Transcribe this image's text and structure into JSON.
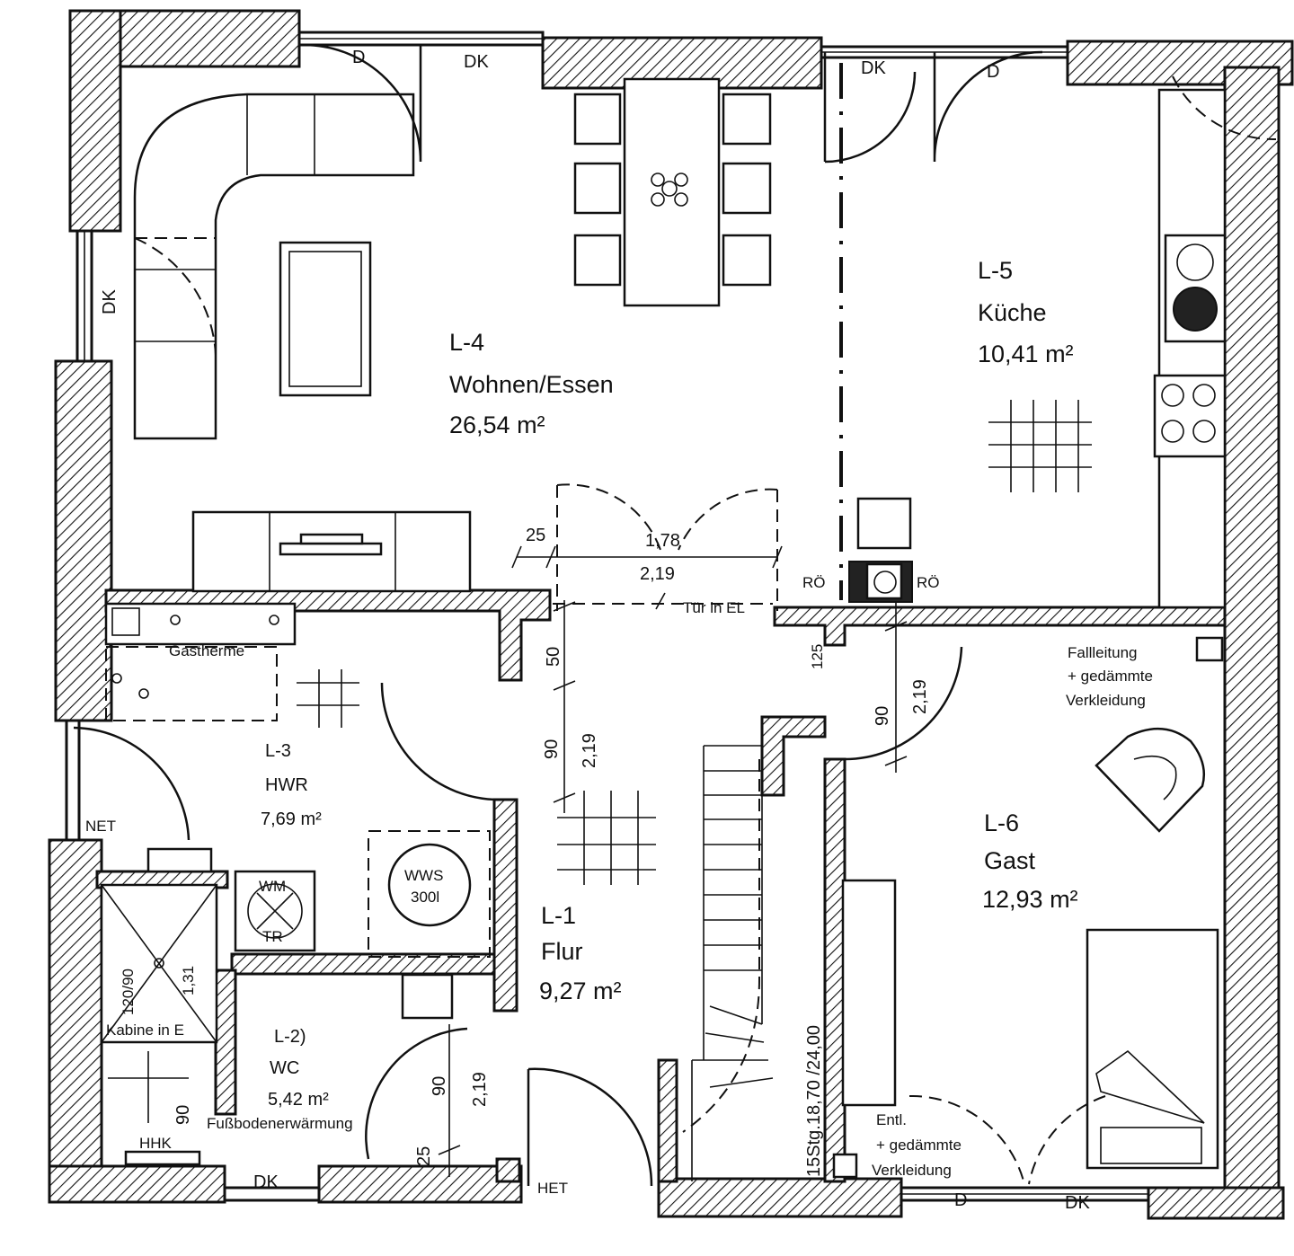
{
  "rooms": [
    {
      "id": "L-4",
      "name": "Wohnen/Essen",
      "area": "26,54 m²"
    },
    {
      "id": "L-5",
      "name": "Küche",
      "area": "10,41 m²"
    },
    {
      "id": "L-3",
      "name": "HWR",
      "area": "7,69 m²"
    },
    {
      "id": "L-1",
      "name": "Flur",
      "area": "9,27 m²"
    },
    {
      "id": "L-6",
      "name": "Gast",
      "area": "12,93 m²"
    },
    {
      "id": "L-2)",
      "name": "WC",
      "area": "5,42 m²"
    }
  ],
  "labels": {
    "door_d": "D",
    "door_dk": "DK",
    "gastherme": "Gastherme",
    "net": "NET",
    "het": "HET",
    "hhk": "HHK",
    "wms_line1": "WWS",
    "wms_line2": "300l",
    "wm": "WM",
    "tr": "TR",
    "tuer_in_el": "Tür in EL",
    "roe": "RÖ",
    "fallleitung_1": "Fallleitung",
    "fallleitung_2": "+ gedämmte",
    "fallleitung_3": "Verkleidung",
    "entl_1": "Entl.",
    "entl_2": "+ gedämmte",
    "entl_3": "Verkleidung",
    "kabine": "Kabine in E",
    "shower_size": "120/90",
    "fussboden": "Fußbodenerwärmung",
    "stairs": "15Stg.18,70 /24,00"
  },
  "dimensions": {
    "d25": "25",
    "d178": "1,78",
    "d219": "2,19",
    "d50": "50",
    "d90": "90",
    "d125": "125",
    "d131": "1,31"
  }
}
